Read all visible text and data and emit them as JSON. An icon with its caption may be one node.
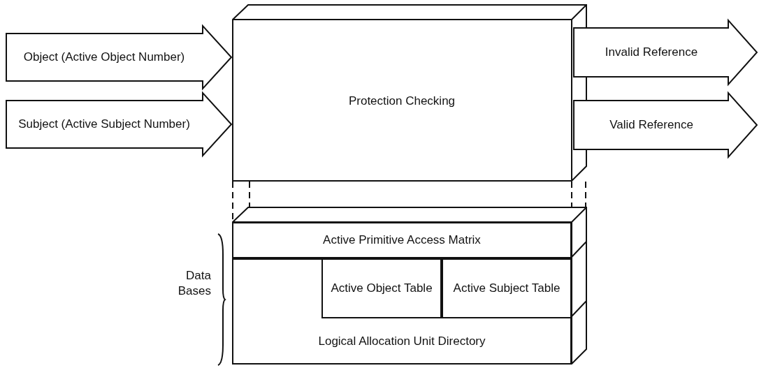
{
  "diagram": {
    "nodes": [
      {
        "text": [
          "Object (Active Object Number)"
        ]
      },
      {
        "text": [
          "Subject (Active Subject Number)"
        ]
      },
      {
        "text": [
          "Protection Checking"
        ]
      },
      {
        "text": [
          "Invalid Reference"
        ]
      },
      {
        "text": [
          "Valid Reference"
        ]
      },
      {
        "text": [],
        "shape": "box",
        "beside": [
          "Data Bases"
        ]
      },
      {
        "text": [
          "Active Primitive Access Matrix"
        ],
        "in": 5
      },
      {
        "text": [
          "Logical Allocation Unit Directory"
        ],
        "in": 5
      },
      {
        "text": [
          "Active Object Table"
        ],
        "in": 7
      },
      {
        "text": [
          "Active Subject Table"
        ],
        "in": 7
      }
    ],
    "edges": [
      {
        "from": 2,
        "to": 5,
        "arrow": "none",
        "style": "dashed"
      },
      {
        "from": 2,
        "to": 5,
        "arrow": "none",
        "style": "dashed"
      },
      {
        "from": 2,
        "to": 5,
        "arrow": "none",
        "style": "dashed"
      },
      {
        "from": 2,
        "to": 5,
        "arrow": "none",
        "style": "dashed"
      }
    ]
  }
}
